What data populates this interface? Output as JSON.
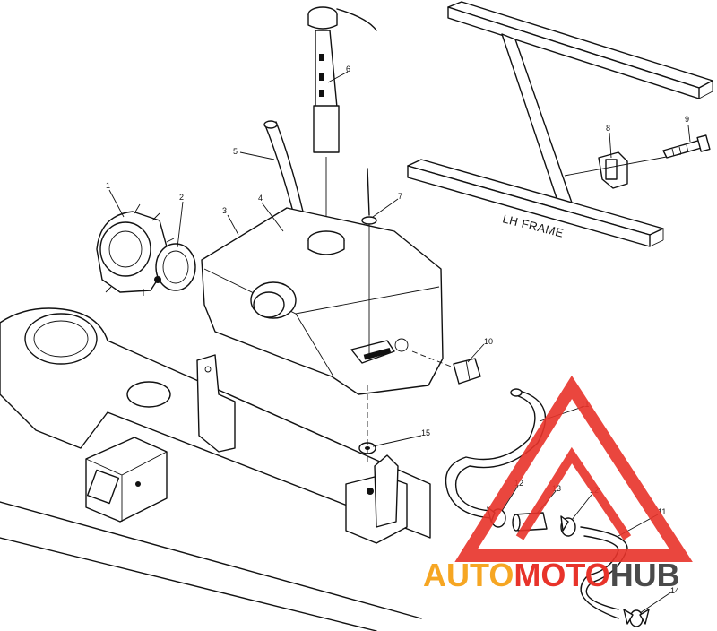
{
  "frame_label": "LH FRAME",
  "callouts": [
    "1",
    "2",
    "3",
    "4",
    "5",
    "6",
    "7",
    "8",
    "9",
    "10",
    "11",
    "11",
    "12",
    "12",
    "13",
    "14",
    "15"
  ],
  "watermark": {
    "text_part1": "AUTO",
    "text_part2": "MOTO",
    "text_part3": "HUB",
    "color_orange": "#f6a623",
    "color_red": "#e8332a",
    "color_dark": "#4a4a4a"
  }
}
